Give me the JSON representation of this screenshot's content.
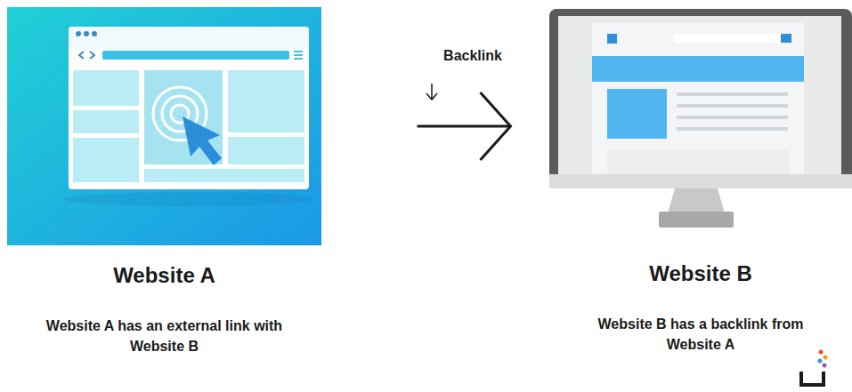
{
  "diagram": {
    "nodes": [
      {
        "text": [
          "Website A",
          "Website A has an external link with Website B"
        ]
      },
      {
        "text": [
          "Website B",
          "Website B has a backlink from Website A"
        ]
      }
    ],
    "edges": [
      {
        "from": 0,
        "to": 1,
        "arrow": "to",
        "label": "Backlink"
      }
    ]
  }
}
